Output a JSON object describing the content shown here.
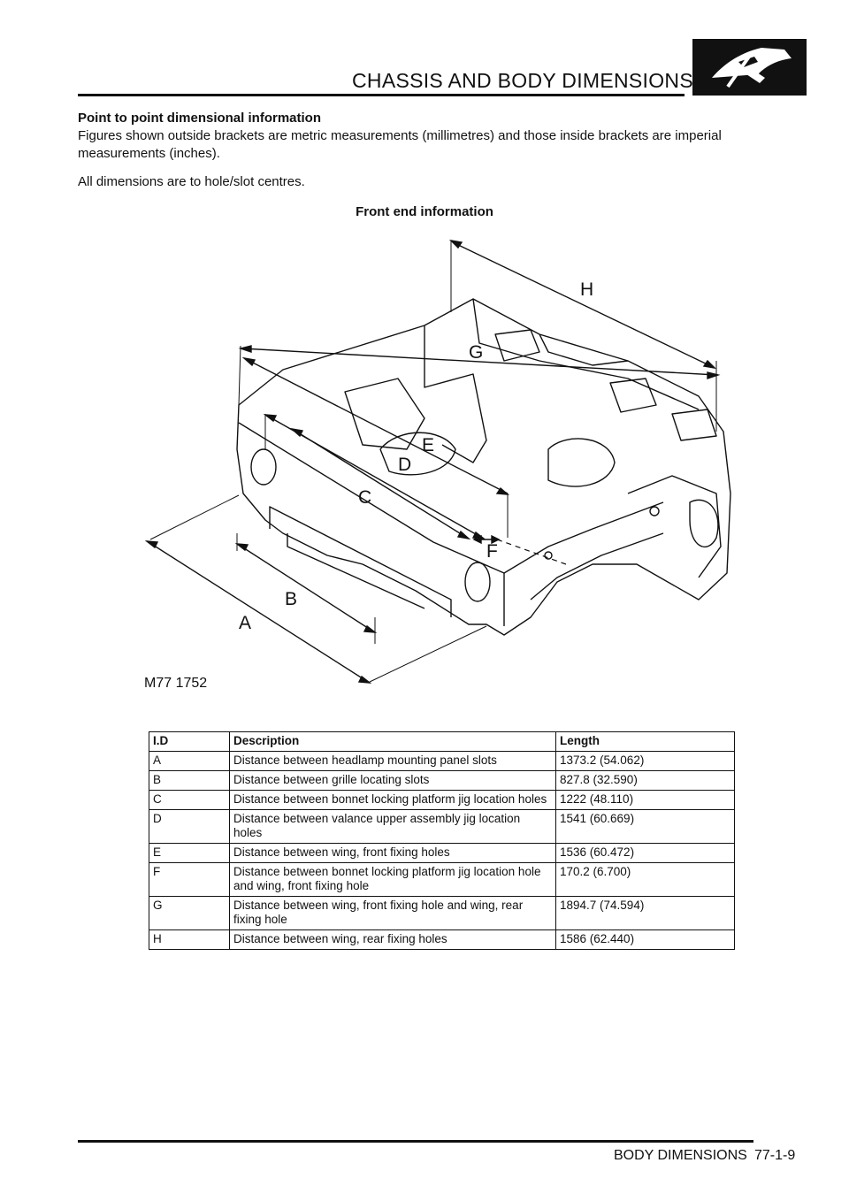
{
  "header": {
    "title": "CHASSIS AND BODY DIMENSIONS",
    "logo_icon": "tools-icon"
  },
  "intro": {
    "heading": "Point to point dimensional information",
    "paragraph1": "Figures shown outside brackets are metric measurements (millimetres) and those inside brackets are imperial measurements (inches).",
    "paragraph2": "All dimensions are to hole/slot centres."
  },
  "figure": {
    "caption": "Front end information",
    "id": "M77 1752",
    "labels": {
      "a": "A",
      "b": "B",
      "c": "C",
      "d": "D",
      "e": "E",
      "f": "F",
      "g": "G",
      "h": "H"
    }
  },
  "table": {
    "headers": {
      "id": "I.D",
      "description": "Description",
      "length": "Length"
    },
    "rows": [
      {
        "id": "A",
        "description": "Distance between headlamp mounting panel slots",
        "length": "1373.2 (54.062)"
      },
      {
        "id": "B",
        "description": "Distance between grille locating slots",
        "length": "827.8 (32.590)"
      },
      {
        "id": "C",
        "description": "Distance between bonnet locking platform jig location holes",
        "length": "1222 (48.110)"
      },
      {
        "id": "D",
        "description": "Distance between valance upper assembly jig location holes",
        "length": "1541 (60.669)"
      },
      {
        "id": "E",
        "description": "Distance between wing, front fixing holes",
        "length": "1536 (60.472)"
      },
      {
        "id": "F",
        "description": "Distance between bonnet locking platform jig location hole and wing, front fixing hole",
        "length": "170.2 (6.700)"
      },
      {
        "id": "G",
        "description": "Distance between wing, front fixing hole and wing, rear fixing hole",
        "length": "1894.7 (74.594)"
      },
      {
        "id": "H",
        "description": "Distance between wing, rear fixing holes",
        "length": "1586 (62.440)"
      }
    ]
  },
  "footer": {
    "section": "BODY DIMENSIONS",
    "page": "77-1-9"
  }
}
